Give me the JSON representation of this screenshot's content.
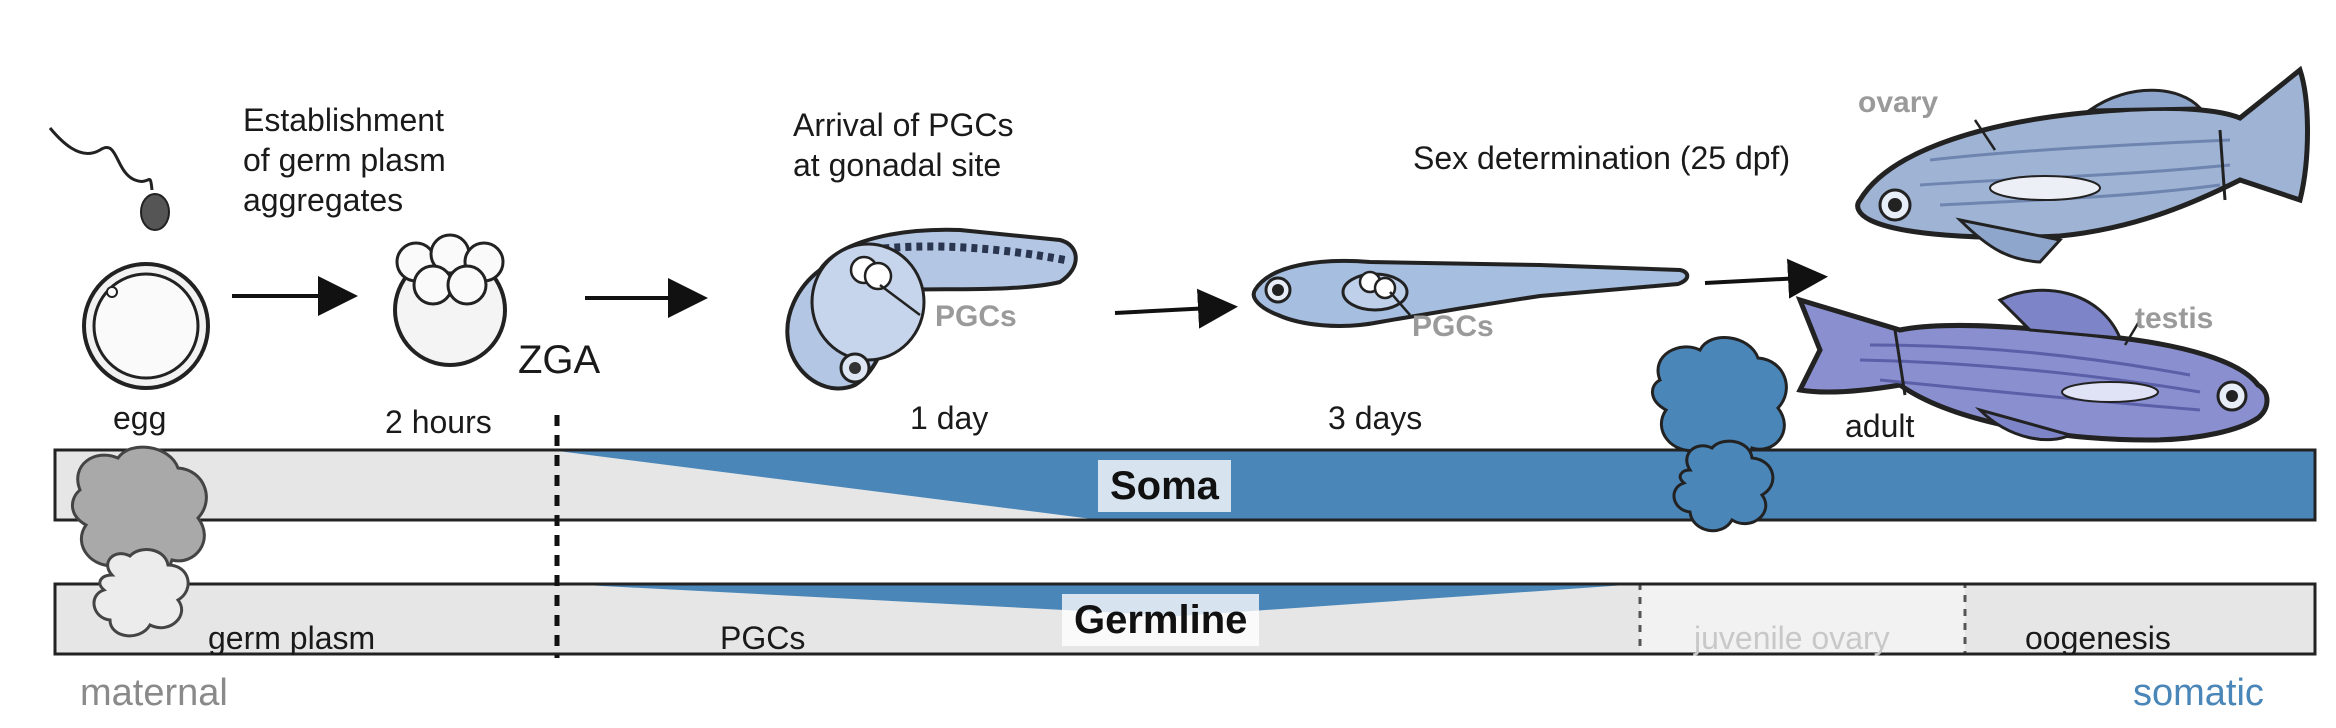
{
  "stages": {
    "establishment": "Establishment\nof germ plasm\naggregates",
    "arrival": "Arrival of PGCs\nat gonadal site",
    "sex_determination": "Sex determination (25 dpf)"
  },
  "timepoints": {
    "egg": "egg",
    "two_hours": "2 hours",
    "zga": "ZGA",
    "one_day": "1 day",
    "three_days": "3 days",
    "adult": "adult"
  },
  "cell_labels": {
    "pgcs_embryo": "PGCs",
    "pgcs_larva": "PGCs",
    "ovary": "ovary",
    "testis": "testis"
  },
  "bars": {
    "soma_title": "Soma",
    "germline_title": "Germline",
    "germ_plasm": "germ plasm",
    "pgcs": "PGCs",
    "juvenile_ovary": "juvenile ovary",
    "oogenesis": "oogenesis"
  },
  "legend": {
    "maternal": "maternal",
    "somatic": "somatic"
  },
  "colors": {
    "maternal_gray": "#8a8a8a",
    "somatic_blue": "#4a86b8",
    "bar_fill": "#e6e6e6",
    "fish_blue": "#9fb3d4",
    "fish_purple": "#8a8fd0"
  }
}
